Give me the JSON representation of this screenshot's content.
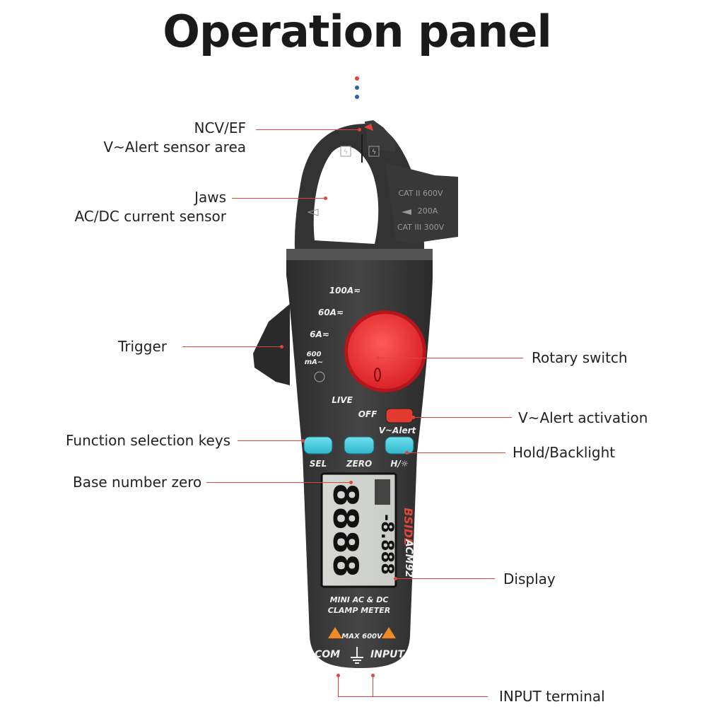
{
  "title": "Operation panel",
  "accent_color": "#e0453a",
  "dots": [
    "#e0453a",
    "#2b5fb0",
    "#2b5fb0"
  ],
  "labels": {
    "ncv_line1": "NCV/EF",
    "ncv_line2": "V~Alert sensor area",
    "jaws_line1": "Jaws",
    "jaws_line2": "AC/DC current sensor",
    "trigger": "Trigger",
    "function_keys": "Function selection keys",
    "base_zero": "Base number zero",
    "rotary": "Rotary switch",
    "valert_activation": "V~Alert activation",
    "hold_backlight": "Hold/Backlight",
    "display": "Display",
    "input_terminal": "INPUT terminal"
  },
  "device": {
    "cat_ii": "CAT II 600V",
    "cat_current": "200A",
    "cat_iii": "CAT III 300V",
    "range_100a": "100A≂",
    "range_60a": "60A≂",
    "range_6a": "6A≂",
    "range_600ma_1": "600",
    "range_600ma_2": "mA~",
    "live": "LIVE",
    "off": "OFF",
    "valert": "V~Alert",
    "sel": "SEL",
    "zero": "ZERO",
    "hold": "H/☼",
    "brand": "BSIDE",
    "model": "ACM92",
    "desc1": "MINI  AC & DC",
    "desc2": "CLAMP METER",
    "max": "MAX 600V",
    "com": "COM",
    "input": "INPUT",
    "digits_main": "8888",
    "digits_sub": "-8.888"
  }
}
